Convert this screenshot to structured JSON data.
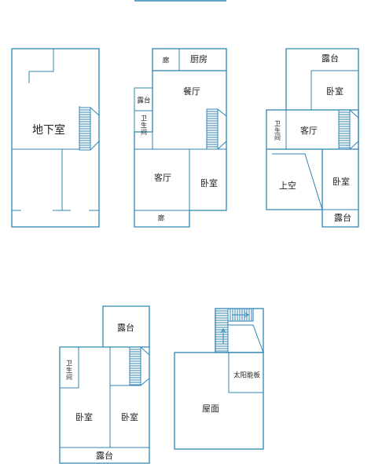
{
  "plans": {
    "basement": {
      "room": "地下室"
    },
    "floor1": {
      "corridor_top": "廊",
      "kitchen": "厨房",
      "dining": "餐厅",
      "terrace": "露台",
      "bathroom": "卫生间",
      "living": "客厅",
      "bedroom": "卧室",
      "corridor_bottom": "廊"
    },
    "floor2": {
      "terrace_top": "露台",
      "bedroom_top": "卧室",
      "bathroom": "卫生间",
      "living": "客厅",
      "void": "上空",
      "bedroom_bottom": "卧室",
      "terrace_bottom": "露台"
    },
    "floor3": {
      "terrace_top": "露台",
      "bathroom": "卫生间",
      "bedroom_left": "卧室",
      "bedroom_right": "卧室",
      "terrace_bottom": "露台"
    },
    "roof": {
      "solar_panel": "太阳能板",
      "roof": "屋面"
    }
  },
  "colors": {
    "wall": "#2f86b5",
    "text": "#1f1f1f",
    "background": "#ffffff"
  }
}
